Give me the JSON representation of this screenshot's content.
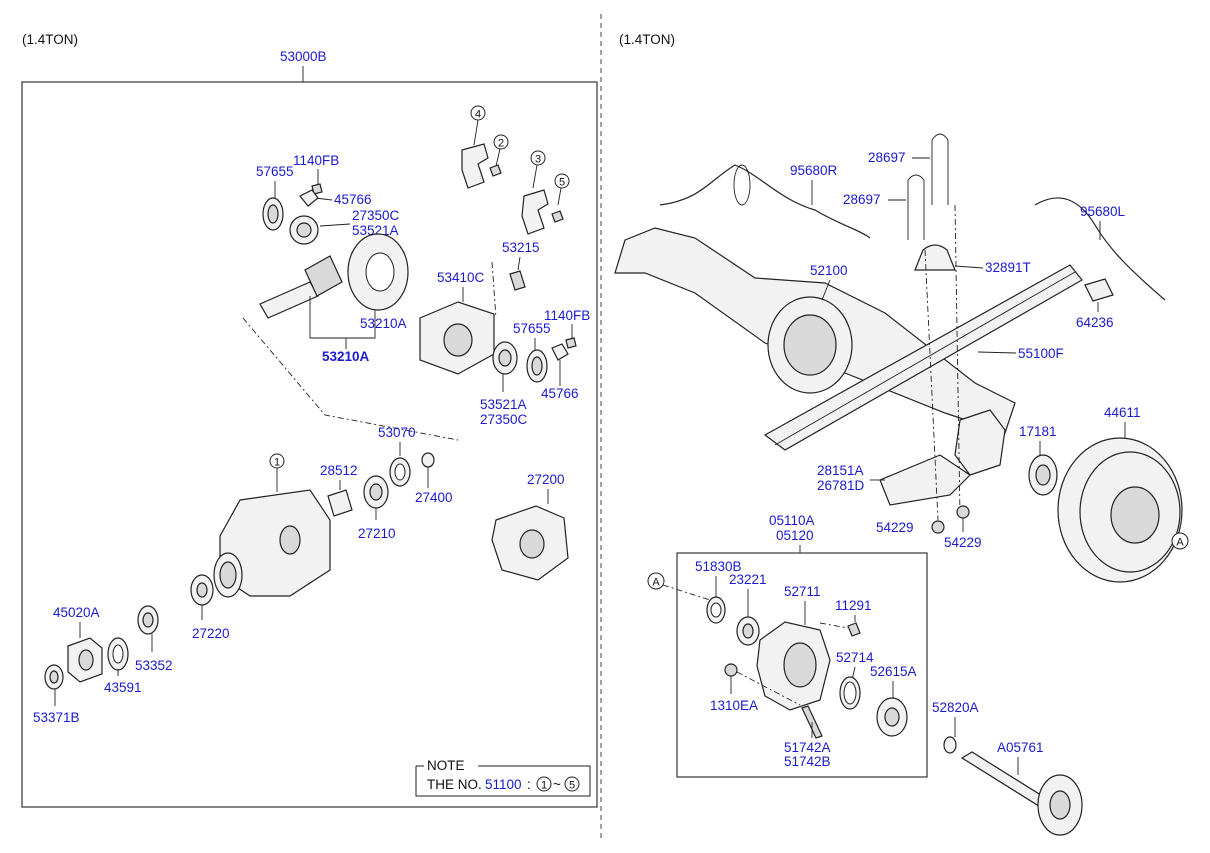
{
  "left_panel": {
    "variant": "(1.4TON)",
    "assembly": "53000B",
    "labels": {
      "p57655": "57655",
      "p1140fb": "1140FB",
      "p45766": "45766",
      "p27350c": "27350C",
      "p53521a": "53521A",
      "p53210a_ring": "53210A",
      "p53210a_main": "53210A",
      "p53410c": "53410C",
      "p53215": "53215",
      "p57655_b": "57655",
      "p1140fb_b": "1140FB",
      "p45766_b": "45766",
      "p53521a_b": "53521A",
      "p27350c_b": "27350C",
      "p53070": "53070",
      "p28512": "28512",
      "p27400": "27400",
      "p27210": "27210",
      "p27200": "27200",
      "p27220": "27220",
      "p45020a": "45020A",
      "p53352": "53352",
      "p43591": "43591",
      "p53371b": "53371B"
    },
    "callouts": [
      "1",
      "2",
      "3",
      "4",
      "5"
    ],
    "note": {
      "title": "NOTE",
      "prefix": "THE NO.",
      "part": "51100",
      "colon": ":",
      "from": "1",
      "tilde": "~",
      "to": "5"
    }
  },
  "right_panel": {
    "variant": "(1.4TON)",
    "labels": {
      "p95680r": "95680R",
      "p28697_a": "28697",
      "p28697_b": "28697",
      "p95680l": "95680L",
      "p52100": "52100",
      "p32891t": "32891T",
      "p64236": "64236",
      "p55100f": "55100F",
      "p17181": "17181",
      "p44611": "44611",
      "p28151a": "28151A",
      "p26781d": "26781D",
      "p54229_a": "54229",
      "p54229_b": "54229",
      "p05110a": "05110A",
      "p05120": "05120",
      "p51830b": "51830B",
      "p23221": "23221",
      "p52711": "52711",
      "p11291": "11291",
      "p52714": "52714",
      "p52615a": "52615A",
      "p1310ea": "1310EA",
      "p52820a": "52820A",
      "p51742a": "51742A",
      "p51742b": "51742B",
      "pa05761": "A05761"
    },
    "ref_marks": [
      "A",
      "A"
    ]
  }
}
